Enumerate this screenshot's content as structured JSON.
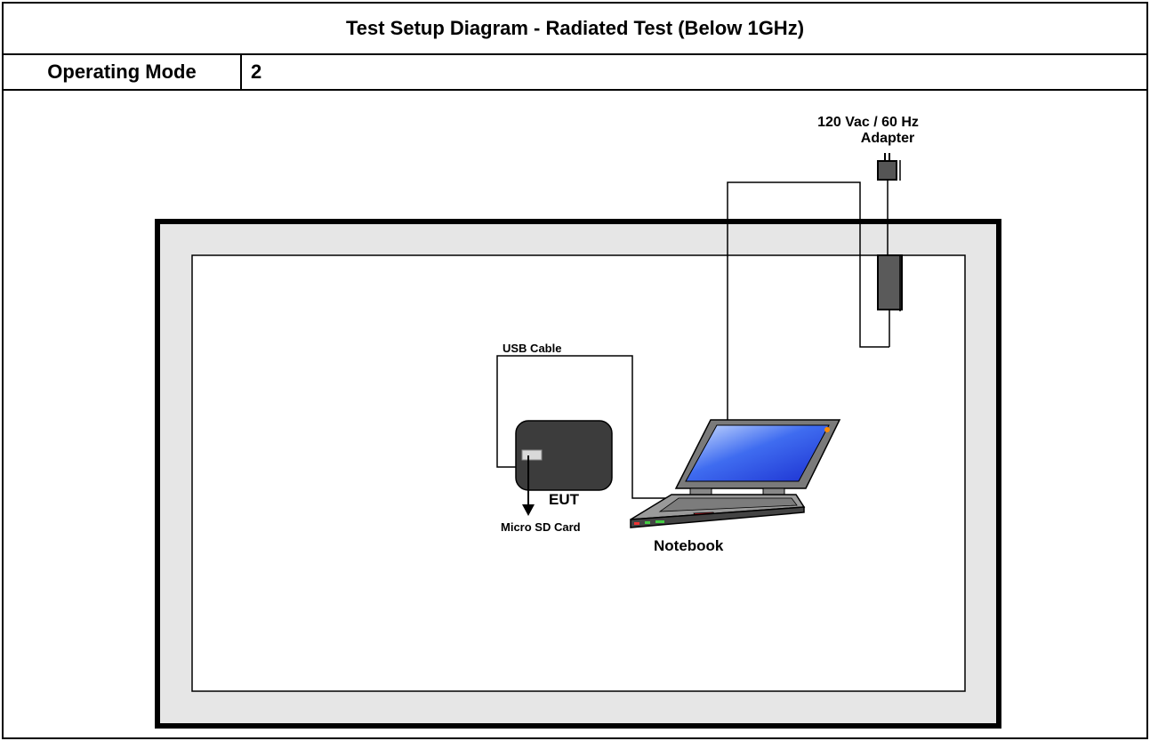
{
  "header": {
    "title": "Test Setup Diagram - Radiated Test (Below 1GHz)"
  },
  "mode": {
    "label": "Operating Mode",
    "value": "2"
  },
  "diagram": {
    "adapter_label_line1": "120 Vac / 60 Hz",
    "adapter_label_line2": "Adapter",
    "usb_cable_label": "USB Cable",
    "eut_label": "EUT",
    "sd_card_label": "Micro SD Card",
    "notebook_label": "Notebook"
  },
  "colors": {
    "table_fill": "#e6e6e6",
    "device_fill": "#3c3c3c",
    "screen_blue": "#2a4ee8"
  }
}
